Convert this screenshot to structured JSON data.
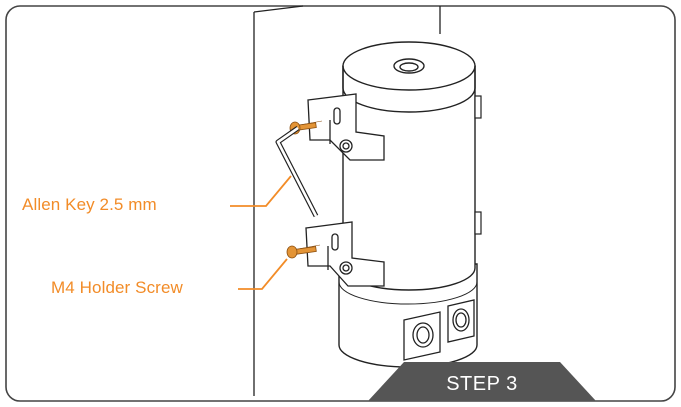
{
  "callouts": {
    "allen_key": "Allen Key 2.5 mm",
    "holder_screw": "M4 Holder Screw"
  },
  "step": {
    "label": "STEP 3"
  },
  "colors": {
    "accent": "#F28C28",
    "banner": "#555555",
    "line": "#222222",
    "screw": "#E39436"
  }
}
